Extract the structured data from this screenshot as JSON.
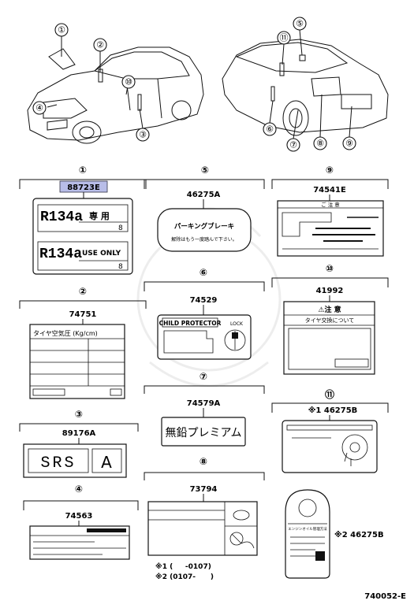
{
  "diagram_code": "740052-E",
  "callouts": [
    "①",
    "②",
    "③",
    "④",
    "⑤",
    "⑥",
    "⑦",
    "⑧",
    "⑨",
    "⑩",
    "⑪"
  ],
  "sections": {
    "s1": {
      "marker": "①",
      "part": "88723E",
      "line1a": "R134a",
      "line1b": "専 用",
      "line1c": "8",
      "line2a": "R134a",
      "line2b": "USE ONLY",
      "line2c": "8"
    },
    "s2": {
      "marker": "②",
      "part": "74751",
      "header": "タイヤ空気圧 (Kg/cm)"
    },
    "s3": {
      "marker": "③",
      "part": "89176A",
      "text": "SRS",
      "letter": "A"
    },
    "s4": {
      "marker": "④",
      "part": "74563"
    },
    "s5": {
      "marker": "⑤",
      "part": "46275A",
      "line1": "パーキングブレーキ",
      "line2": "解除はもう一度踏んで下さい。"
    },
    "s6": {
      "marker": "⑥",
      "part": "74529",
      "title": "CHILD PROTECTOR",
      "lock": "LOCK"
    },
    "s7": {
      "marker": "⑦",
      "part": "74579A",
      "text": "無鉛プレミアム"
    },
    "s8": {
      "marker": "⑧",
      "part": "73794",
      "note1": "※1 (     -0107)",
      "note2": "※2 (0107-      )"
    },
    "s9": {
      "marker": "⑨",
      "part": "74541E",
      "header": "ご 注 意"
    },
    "s10": {
      "marker": "⑩",
      "part": "41992",
      "title": "⚠注 意",
      "sub": "タイヤ交換について"
    },
    "s11": {
      "marker": "⑪",
      "part1": "※1 46275B",
      "part2": "※2 46275B",
      "tag": "エンジンオイル管理方法"
    }
  },
  "colors": {
    "highlight": "#b8bde8",
    "line": "#111111"
  }
}
